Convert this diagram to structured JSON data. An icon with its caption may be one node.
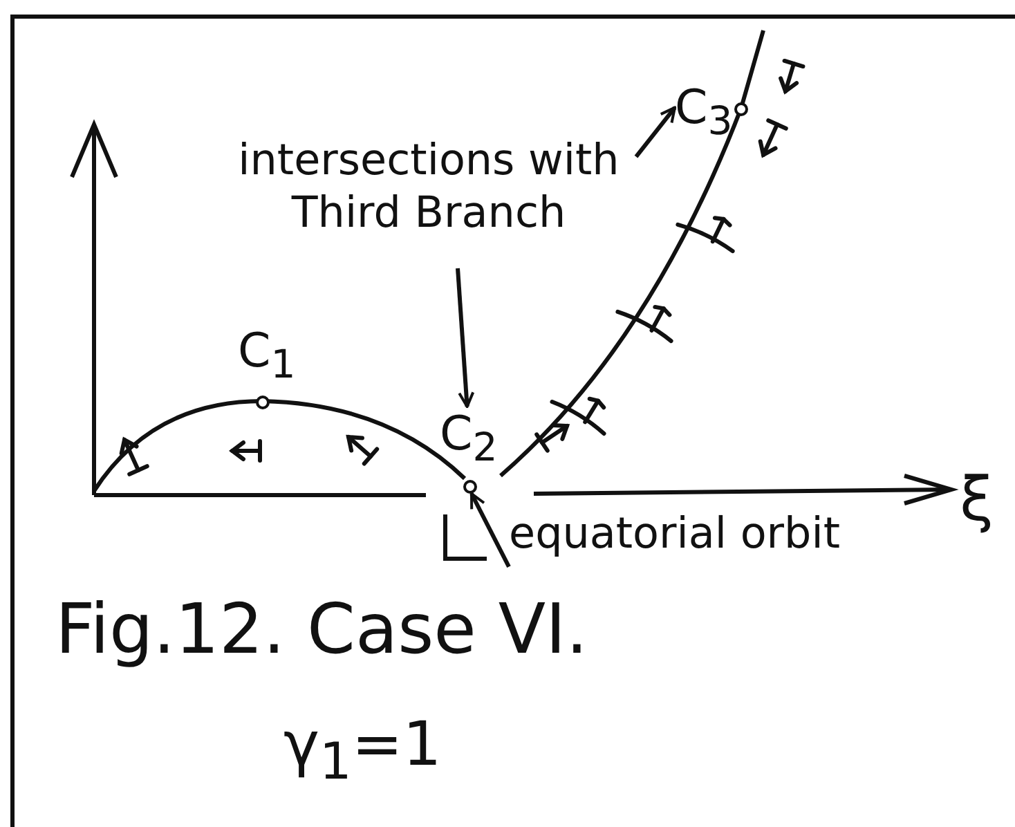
{
  "diagram": {
    "caption": "Fig.12. Case VI.",
    "nodes": [
      {
        "text": [
          "intersections with Third Branch"
        ]
      },
      {
        "text": [
          "C$_{3}$"
        ]
      },
      {
        "text": [
          "C$_{2}$"
        ]
      },
      {
        "text": [
          "equatorial orbit"
        ]
      },
      {
        "text": [],
        "shape": "circle"
      }
    ],
    "edges": [
      {
        "from": 0,
        "to": 1,
        "arrow": "to"
      },
      {
        "from": 0,
        "to": 2,
        "arrow": "to"
      },
      {
        "from": 3,
        "to": 4,
        "arrow": "to"
      }
    ],
    "labels": [
      "C$_{1}$",
      "ξ",
      "γ$_{1}$=1"
    ]
  }
}
